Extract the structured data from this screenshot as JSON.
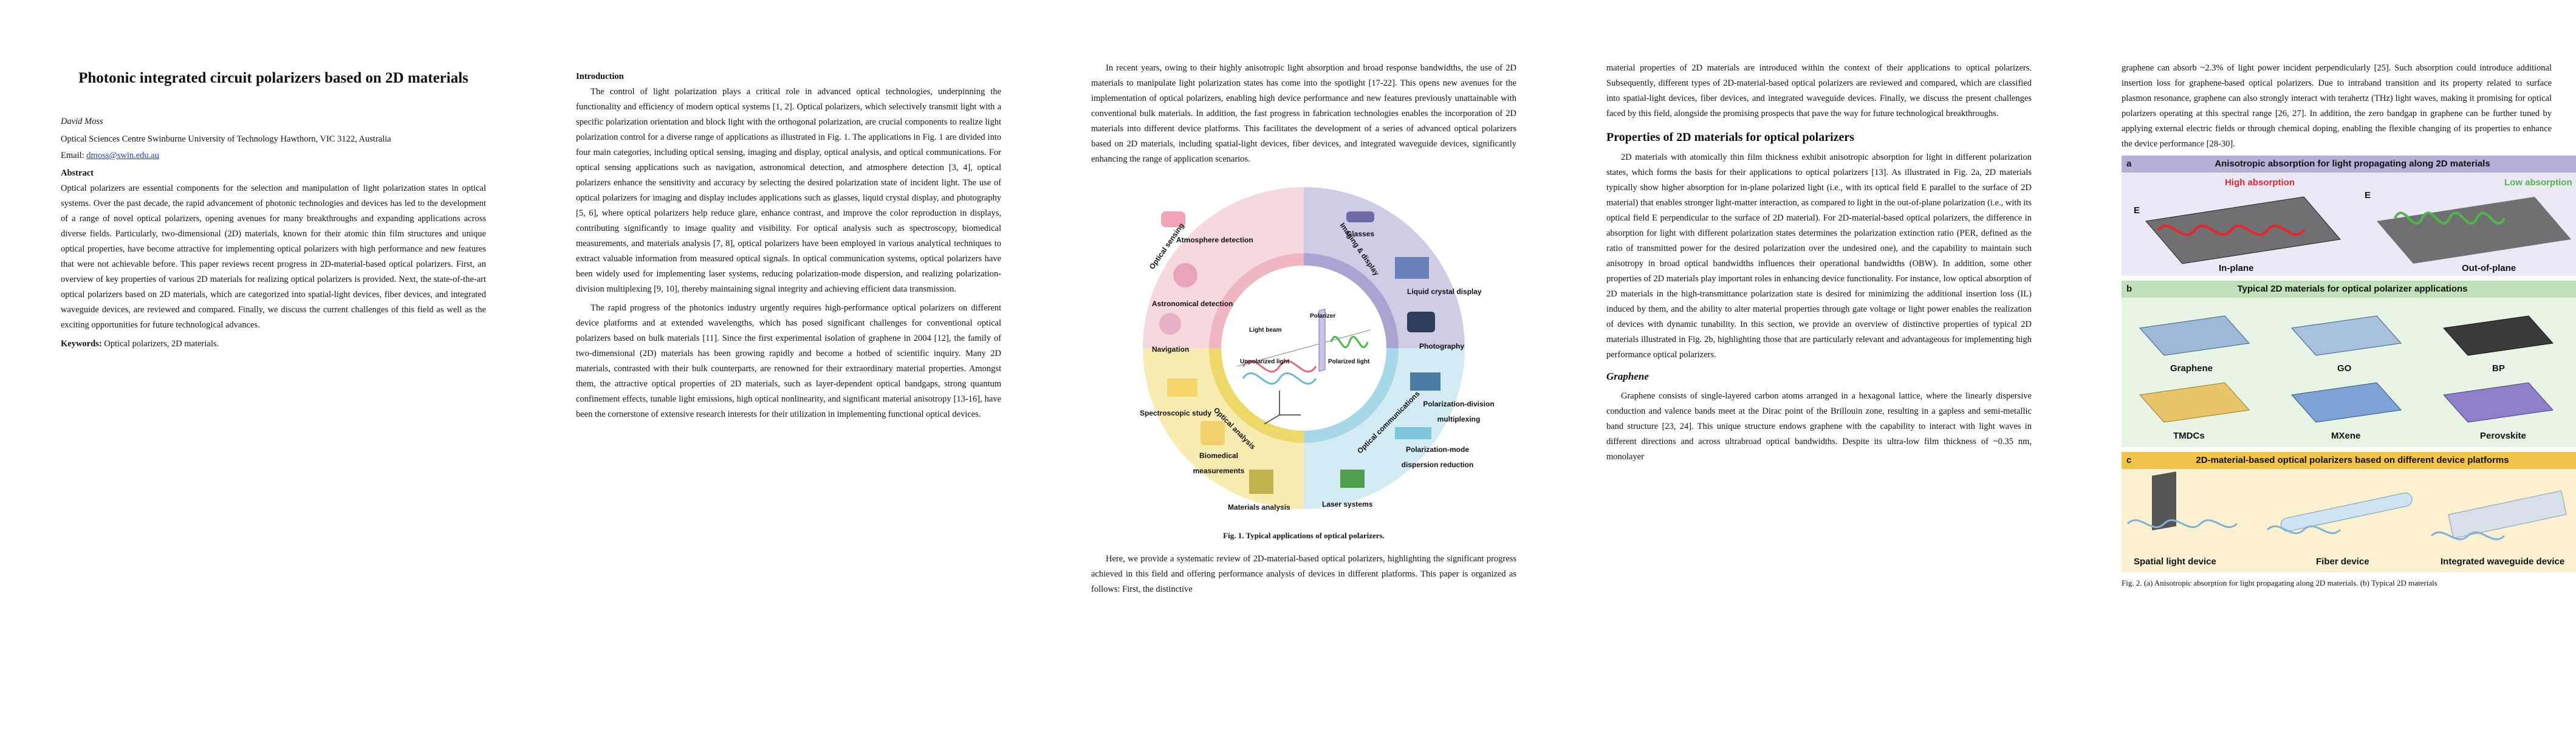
{
  "paper": {
    "title": "Photonic integrated circuit polarizers based on 2D materials",
    "author": "David Moss",
    "affiliation": "Optical Sciences Centre Swinburne University of Technology Hawthorn, VIC 3122, Australia",
    "email_label": "Email: ",
    "email": "dmoss@swin.edu.au",
    "abstract_heading": "Abstract",
    "abstract": "Optical polarizers are essential components for the selection and manipulation of light polarization states in optical systems. Over the past decade, the rapid advancement of photonic technologies and devices has led to the development of a range of novel optical polarizers, opening avenues for many breakthroughs and expanding applications across diverse fields. Particularly, two-dimensional (2D) materials, known for their atomic thin film structures and unique optical properties, have become attractive for implementing optical polarizers with high performance and new features that were not achievable before. This paper reviews recent progress in 2D-material-based optical polarizers. First, an overview of key properties of various 2D materials for realizing optical polarizers is provided. Next, the state-of-the-art optical polarizers based on 2D materials, which are categorized into spatial-light devices, fiber devices, and integrated waveguide devices, are reviewed and compared. Finally, we discuss the current challenges of this field as well as the exciting opportunities for future technological advances.",
    "keywords_label": "Keywords:",
    "keywords": " Optical polarizers, 2D materials."
  },
  "page2": {
    "heading": "Introduction",
    "p1": "The control of light polarization plays a critical role in advanced optical technologies, underpinning the functionality and efficiency of modern optical systems [1, 2]. Optical polarizers, which selectively transmit light with a specific polarization orientation and block light with the orthogonal polarization, are crucial components to realize light polarization control for a diverse range of applications as illustrated in Fig. 1. The applications in Fig. 1 are divided into four main categories, including optical sensing, imaging and display, optical analysis, and optical communications. For optical sensing applications such as navigation, astronomical detection, and atmosphere detection [3, 4], optical polarizers enhance the sensitivity and accuracy by selecting the desired polarization state of incident light. The use of optical polarizers for imaging and display includes applications such as glasses, liquid crystal display, and photography [5, 6], where optical polarizers help reduce glare, enhance contrast, and improve the color reproduction in displays, contributing significantly to image quality and visibility. For optical analysis such as spectroscopy, biomedical measurements, and materials analysis [7, 8], optical polarizers have been employed in various analytical techniques to extract valuable information from measured optical signals. In optical communication systems, optical polarizers have been widely used for implementing laser systems, reducing polarization-mode dispersion, and realizing polarization-division multiplexing [9, 10], thereby maintaining signal integrity and achieving efficient data transmission.",
    "p2": "The rapid progress of the photonics industry urgently requires high-performance optical polarizers on different device platforms and at extended wavelengths, which has posed significant challenges for conventional optical polarizers based on bulk materials [11]. Since the first experimental isolation of graphene in 2004 [12], the family of two-dimensional (2D) materials has been growing rapidly and become a hotbed of scientific inquiry. Many 2D materials, contrasted with their bulk counterparts, are renowned for their extraordinary material properties. Amongst them, the attractive optical properties of 2D materials, such as layer-dependent optical bandgaps, strong quantum confinement effects, tunable light emissions, high optical nonlinearity, and significant material anisotropy [13-16], have been the cornerstone of extensive research interests for their utilization in implementing functional optical devices."
  },
  "page3": {
    "p1": "In recent years, owing to their highly anisotropic light absorption and broad response bandwidths, the use of 2D materials to manipulate light polarization states has come into the spotlight [17-22]. This opens new avenues for the implementation of optical polarizers, enabling high device performance and new features previously unattainable with conventional bulk materials. In addition, the fast progress in fabrication technologies enables the incorporation of 2D materials into different device platforms. This facilitates the development of a series of advanced optical polarizers based on 2D materials, including spatial-light devices, fiber devices, and integrated waveguide devices, significantly enhancing the range of application scenarios.",
    "fig1_caption": "Fig. 1. Typical applications of optical polarizers.",
    "p2": "Here, we provide a systematic review of 2D-material-based optical polarizers, highlighting the significant progress achieved in this field and offering performance analysis of devices in different platforms. This paper is organized as follows: First, the distinctive"
  },
  "fig1": {
    "sectors": [
      "Optical sensing",
      "Imaging & display",
      "Optical communications",
      "Optical analysis"
    ],
    "applications": [
      "Atmosphere detection",
      "Glasses",
      "Astronomical detection",
      "Liquid crystal display",
      "Navigation",
      "Photography",
      "Spectroscopic study",
      "Polarization-division multiplexing",
      "Biomedical measurements",
      "Polarization-mode dispersion reduction",
      "Materials analysis",
      "Laser systems"
    ],
    "center_labels": [
      "Light beam",
      "Unpolarized light",
      "Polarizer",
      "Polarized light"
    ],
    "colors": {
      "sensing": "#f6d9df",
      "imaging": "#cfcde6",
      "communications": "#d3ecf3",
      "analysis": "#f8ecb0"
    }
  },
  "page4": {
    "p1": "material properties of 2D materials are introduced within the context of their applications to optical polarizers. Subsequently, different types of 2D-material-based optical polarizers are reviewed and compared, which are classified into spatial-light devices, fiber devices, and integrated waveguide devices. Finally, we discuss the present challenges faced by this field, alongside the promising prospects that pave the way for future technological breakthroughs.",
    "section": "Properties of 2D materials for optical polarizers",
    "p2": "2D materials with atomically thin film thickness exhibit anisotropic absorption for light in different polarization states, which forms the basis for their applications to optical polarizers [13]. As illustrated in Fig. 2a, 2D materials typically show higher absorption for in-plane polarized light (i.e., with its optical field E parallel to the surface of 2D material) that enables stronger light-matter interaction, as compared to light in the out-of-plane polarization (i.e., with its optical field E perpendicular to the surface of 2D material). For 2D-material-based optical polarizers, the difference in absorption for light with different polarization states determines the polarization extinction ratio (PER, defined as the ratio of transmitted power for the desired polarization over the undesired one), and the capability to maintain such anisotropy in broad optical bandwidths influences their operational bandwidths (OBW). In addition, some other properties of 2D materials play important roles in enhancing device functionality. For instance, low optical absorption of 2D materials in the high-transmittance polarization state is desired for minimizing the additional insertion loss (IL) induced by them, and the ability to alter material properties through gate voltage or light power enables the realization of devices with dynamic tunability. In this section, we provide an overview of distinctive properties of typical 2D materials illustrated in Fig. 2b, highlighting those that are particularly relevant and advantageous for implementing high performance optical polarizers.",
    "subsection": "Graphene",
    "p3": "Graphene consists of single-layered carbon atoms arranged in a hexagonal lattice, where the linearly dispersive conduction and valence bands meet at the Dirac point of the Brillouin zone, resulting in a gapless and semi-metallic band structure [23, 24]. This unique structure endows graphene with the capability to interact with light waves in different directions and across ultrabroad optical bandwidths. Despite its ultra-low film thickness of ~0.35 nm, monolayer"
  },
  "page5": {
    "p1": "graphene can absorb ~2.3% of light power incident perpendicularly [25]. Such absorption could introduce additional insertion loss for graphene-based optical polarizers. Due to intraband transition and its property related to surface plasmon resonance, graphene can also strongly interact with terahertz (THz) light waves, making it promising for optical polarizers operating at this spectral range [26, 27]. In addition, the zero bandgap in graphene can be further tuned by applying external electric fields or through chemical doping, enabling the flexible changing of its properties to enhance the device performance [28-30].",
    "fig2_caption": "Fig. 2. (a) Anisotropic absorption for light propagating along 2D materials. (b) Typical 2D materials"
  },
  "fig2": {
    "a_tag": "a",
    "a_title": "Anisotropic absorption for light propagating along 2D materials",
    "a_high": "High absorption",
    "a_low": "Low absorption",
    "a_field": "E",
    "a_left": "In-plane",
    "a_right": "Out-of-plane",
    "b_tag": "b",
    "b_title": "Typical 2D materials for optical polarizer applications",
    "b_materials": [
      "Graphene",
      "GO",
      "BP",
      "TMDCs",
      "MXene",
      "Perovskite"
    ],
    "c_tag": "c",
    "c_title": "2D-material-based optical polarizers based on different device platforms",
    "c_devices": [
      "Spatial light device",
      "Fiber device",
      "Integrated waveguide device"
    ],
    "colors": {
      "high": "#e8262a",
      "low": "#4db848",
      "a_head": "#b7b0d6",
      "b_head": "#bfe0b8",
      "c_head": "#f1c34a"
    }
  }
}
